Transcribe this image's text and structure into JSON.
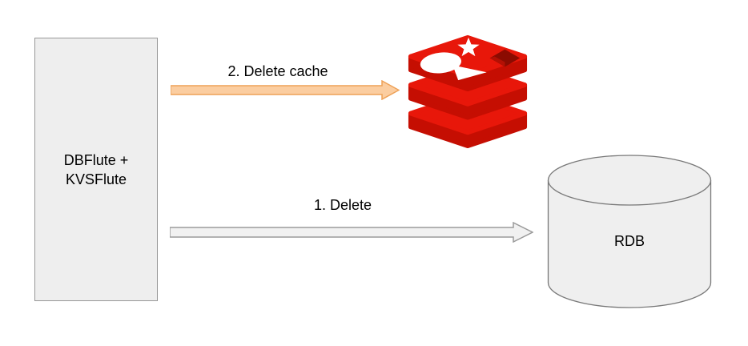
{
  "diagram": {
    "source_node": {
      "line1": "DBFlute +",
      "line2": "KVSFlute",
      "fill": "#EEEEEE",
      "border": "#979797"
    },
    "arrow_delete_cache": {
      "label": "2. Delete cache",
      "fill": "#FBCDA0",
      "border": "#EEA157",
      "target": "Redis"
    },
    "arrow_delete": {
      "label": "1. Delete",
      "fill": "#F1F1F1",
      "border": "#9B9B9B",
      "target": "RDB"
    },
    "redis_icon": {
      "name": "redis-logo",
      "red": "#E8170A",
      "dark_red": "#C50E02",
      "hole_dark": "#8B0B01",
      "shape_color": "#FFFFFF"
    },
    "rdb_node": {
      "label": "RDB",
      "fill": "#EFEFEF",
      "border": "#787878"
    }
  }
}
